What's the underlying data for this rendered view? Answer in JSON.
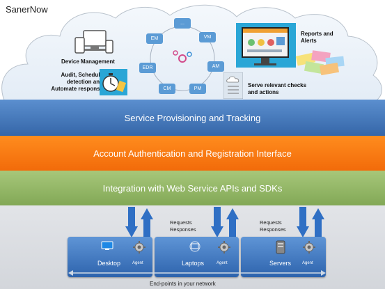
{
  "title": "SanerNow",
  "cloud": {
    "device_management": "Device Management",
    "audit": [
      "Audit, Schedule",
      "detection and",
      "Automate response"
    ],
    "reports": [
      "Reports and",
      "Alerts"
    ],
    "serve": [
      "Serve relevant checks",
      "and actions"
    ],
    "modules": [
      "...",
      "VM",
      "AM",
      "PM",
      "CM",
      "EDR",
      "EM"
    ]
  },
  "layers": {
    "provisioning": "Service Provisioning and Tracking",
    "authentication": "Account Authentication and Registration Interface",
    "integration": "Integration with Web Service APIs and SDKs"
  },
  "flow": {
    "requests": "Requests",
    "responses": "Responses"
  },
  "endpoints": {
    "desktop": "Desktop",
    "laptops": "Laptops",
    "servers": "Servers",
    "agent": "Agent",
    "footer": "End-points in your network"
  },
  "colors": {
    "provisioning": "#4a7fc1",
    "authentication": "#f57a14",
    "integration": "#94b868",
    "arrow": "#2f6fc4"
  }
}
